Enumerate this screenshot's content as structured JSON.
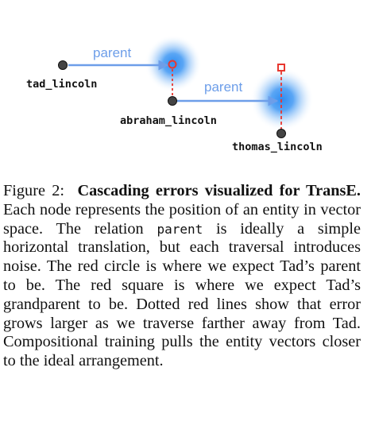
{
  "figure": {
    "nodes": [
      {
        "id": "tad",
        "label": "tad_lincoln"
      },
      {
        "id": "abraham",
        "label": "abraham_lincoln"
      },
      {
        "id": "thomas",
        "label": "thomas_lincoln"
      }
    ],
    "edge_labels": [
      "parent",
      "parent"
    ],
    "colors": {
      "edge_blue": "#6d9ee9",
      "glow_blue": "#2f8cf0",
      "error_red": "#e8372f",
      "node_fill": "#444444"
    }
  },
  "caption": {
    "figure_label": "Figure 2:",
    "title": "Cascading errors visualized for TransE.",
    "body_1": " Each node represents the position of an entity in vector space.  The relation ",
    "relation_code": "parent",
    "body_2": " is ideally a simple horizontal translation, but each traversal introduces noise. The red circle is where we expect Tad’s parent to be.  The red square is where we expect Tad’s grandparent to be.  Dotted red lines show that error grows larger as we tra­verse farther away from Tad. Compositional train­ing pulls the entity vectors closer to the ideal ar­rangement."
  }
}
